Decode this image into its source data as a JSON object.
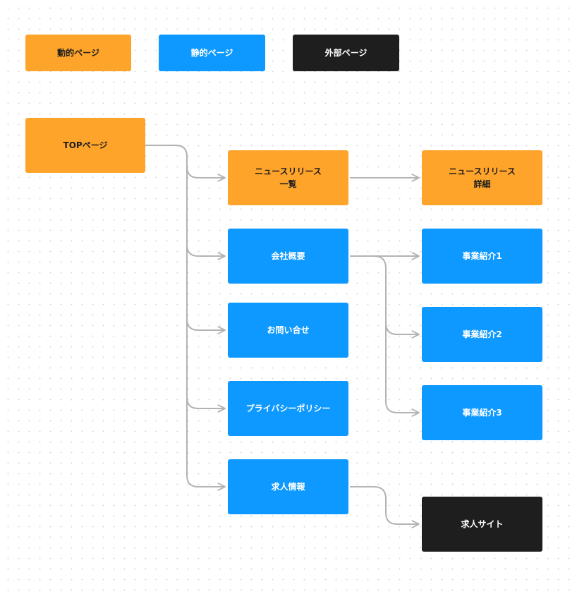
{
  "legend": {
    "dynamic": "動的ページ",
    "static": "静的ページ",
    "external": "外部ページ"
  },
  "nodes": {
    "top": "TOPページ",
    "news_list": "ニュースリリース\n一覧",
    "news_detail": "ニュースリリース\n詳細",
    "company": "会社概要",
    "business_1": "事業紹介1",
    "business_2": "事業紹介2",
    "business_3": "事業紹介3",
    "contact": "お問い合せ",
    "privacy": "プライバシーポリシー",
    "recruit": "求人情報",
    "recruit_site": "求人サイト"
  },
  "colors": {
    "dynamic": "#ffa42b",
    "static": "#0d99ff",
    "external": "#1e1e1e",
    "connector": "#b3b3b3"
  }
}
